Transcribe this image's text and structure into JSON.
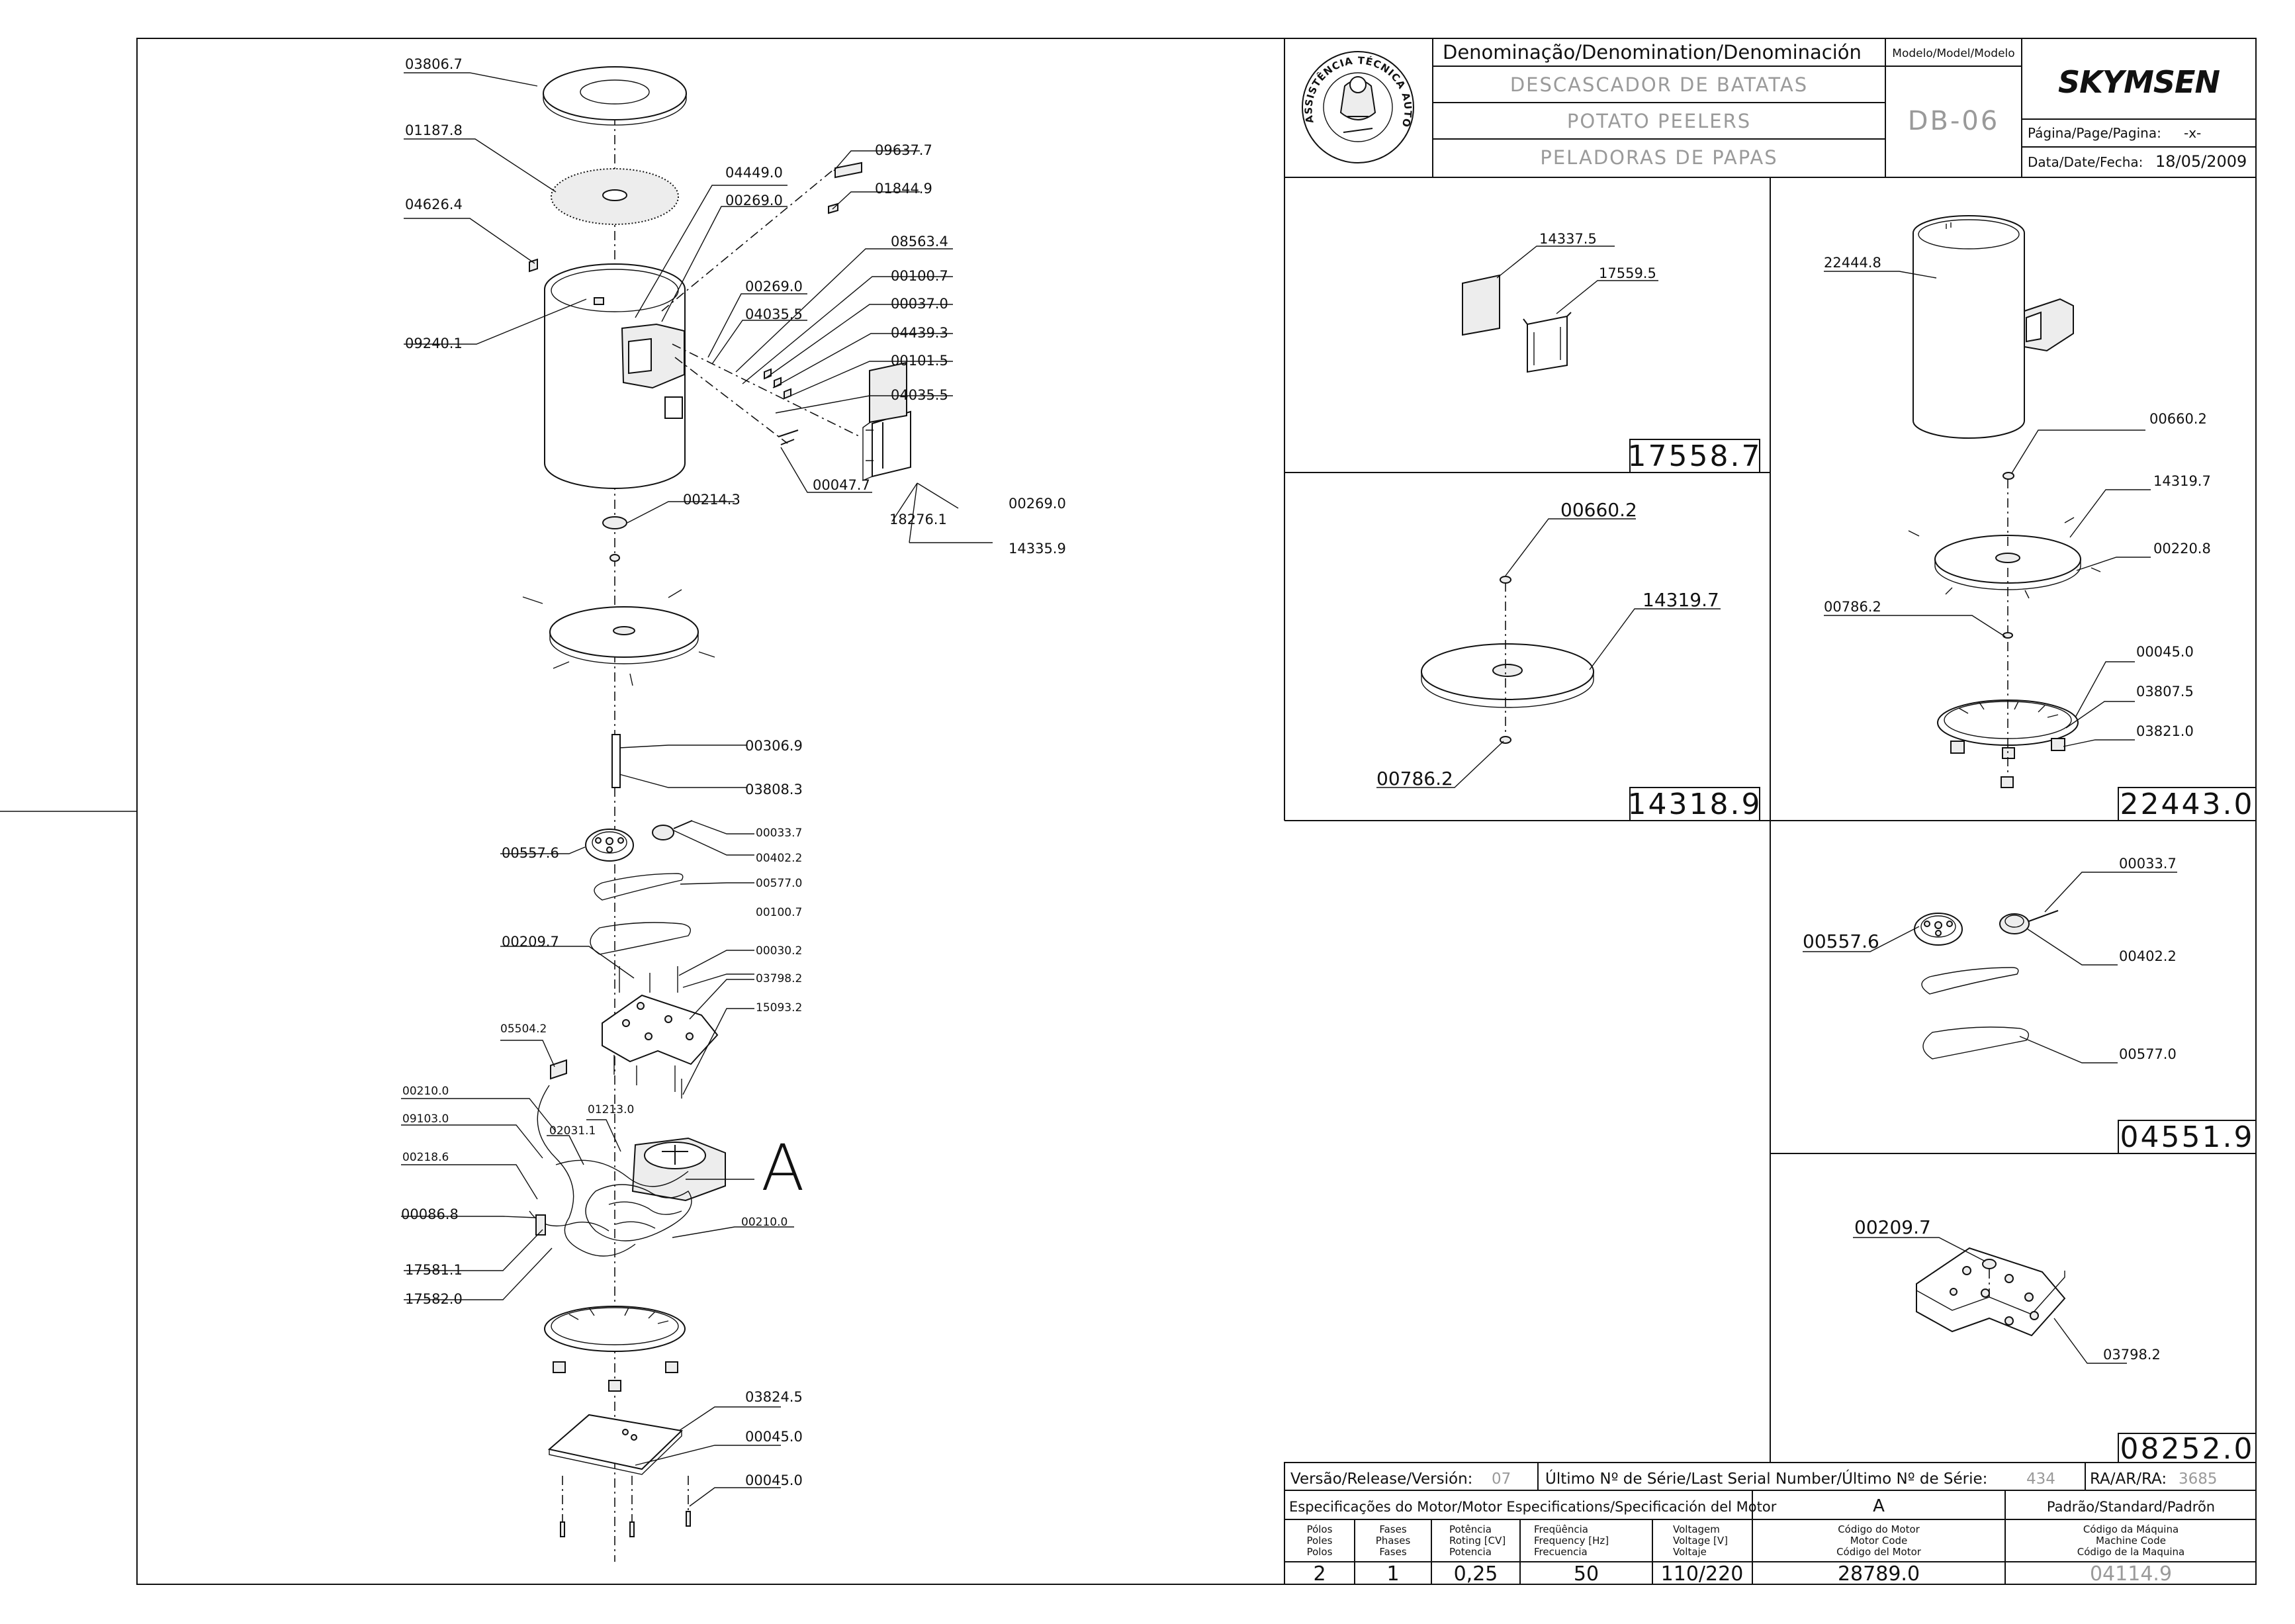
{
  "header": {
    "denomination_label": "Denominação/Denomination/Denominación",
    "product_pt": "DESCASCADOR DE BATATAS",
    "product_en": "POTATO PEELERS",
    "product_es": "PELADORAS DE PAPAS",
    "model_label": "Modelo/Model/Modelo",
    "model_value": "DB-06",
    "brand": "SKYMSEN",
    "page_label": "Página/Page/Pagina:",
    "page_value": "-x-",
    "date_label": "Data/Date/Fecha:",
    "date_value": "18/05/2009",
    "seal_text": "ASSISTÊNCIA TÉCNICA AUTORIZADA"
  },
  "footer": {
    "release_label": "Versão/Release/Versión:",
    "release_value": "07",
    "serial_label": "Último Nº de Série/Last Serial Number/Último Nº de Série:",
    "serial_value": "434",
    "ra_label": "RA/AR/RA:",
    "ra_value": "3685",
    "motor_spec_label": "Especificações do Motor/Motor Especifications/Specificación del Motor",
    "motor_letter": "A",
    "standard_label": "Padrão/Standard/Padrõn",
    "col_poles": [
      "Pólos",
      "Poles",
      "Polos"
    ],
    "col_phases": [
      "Fases",
      "Phases",
      "Fases"
    ],
    "col_power": [
      "Potência",
      "Roting [CV]",
      "Potencia"
    ],
    "col_freq": [
      "Freqüência",
      "Frequency [Hz]",
      "Frecuencia"
    ],
    "col_volt": [
      "Voltagem",
      "Voltage [V]",
      "Voltaje"
    ],
    "col_motor_code": [
      "Código do Motor",
      "Motor Code",
      "Código del Motor"
    ],
    "col_machine_code": [
      "Código da Máquina",
      "Machine Code",
      "Código de la Maquina"
    ],
    "poles": "2",
    "phases": "1",
    "power": "0,25",
    "frequency": "50",
    "voltage": "110/220",
    "motor_code": "28789.0",
    "machine_code": "04114.9"
  },
  "main_labels": {
    "l03806_7": "03806.7",
    "l01187_8": "01187.8",
    "l04626_4": "04626.4",
    "l09240_1": "09240.1",
    "l04449_0": "04449.0",
    "l00269_0a": "00269.0",
    "l09637_7": "09637.7",
    "l01844_9": "01844.9",
    "l08563_4": "08563.4",
    "l00269_0b": "00269.0",
    "l00100_7a": "00100.7",
    "l04035_5a": "04035.5",
    "l00037_0": "00037.0",
    "l04439_3": "04439.3",
    "l00101_5": "00101.5",
    "l04035_5b": "04035.5",
    "l00047_7": "00047.7",
    "l00269_0c": "00269.0",
    "l18276_1": "18276.1",
    "l14335_9": "14335.9",
    "l00214_3": "00214.3",
    "l00306_9": "00306.9",
    "l03808_3": "03808.3",
    "l00557_6": "00557.6",
    "l00033_7": "00033.7",
    "l00402_2": "00402.2",
    "l00577_0": "00577.0",
    "l00100_7b": "00100.7",
    "l00209_7": "00209.7",
    "l00030_2": "00030.2",
    "l03798_2": "03798.2",
    "l15093_2": "15093.2",
    "l05504_2": "05504.2",
    "l00210_0a": "00210.0",
    "l09103_0": "09103.0",
    "l00218_6": "00218.6",
    "l02031_1": "02031.1",
    "l01213_0": "01213.0",
    "motor_ref": "A",
    "l00086_8": "00086.8",
    "l00210_0b": "00210.0",
    "l17581_1": "17581.1",
    "l17582_0": "17582.0",
    "l03824_5": "03824.5",
    "l00045_0a": "00045.0",
    "l00045_0b": "00045.0"
  },
  "sub1": {
    "code": "17558.7",
    "a": "14337.5",
    "b": "17559.5"
  },
  "sub2": {
    "code": "14318.9",
    "a": "00660.2",
    "b": "14319.7",
    "c": "00786.2"
  },
  "sub3": {
    "code": "22443.0",
    "a": "22444.8",
    "b": "00660.2",
    "c": "14319.7",
    "d": "00220.8",
    "e": "00786.2",
    "f": "00045.0",
    "g": "03807.5",
    "h": "03821.0"
  },
  "sub4": {
    "code": "04551.9",
    "a": "00033.7",
    "b": "00557.6",
    "c": "00402.2",
    "d": "00577.0"
  },
  "sub5": {
    "code": "08252.0",
    "a": "00209.7",
    "b": "03798.2"
  }
}
